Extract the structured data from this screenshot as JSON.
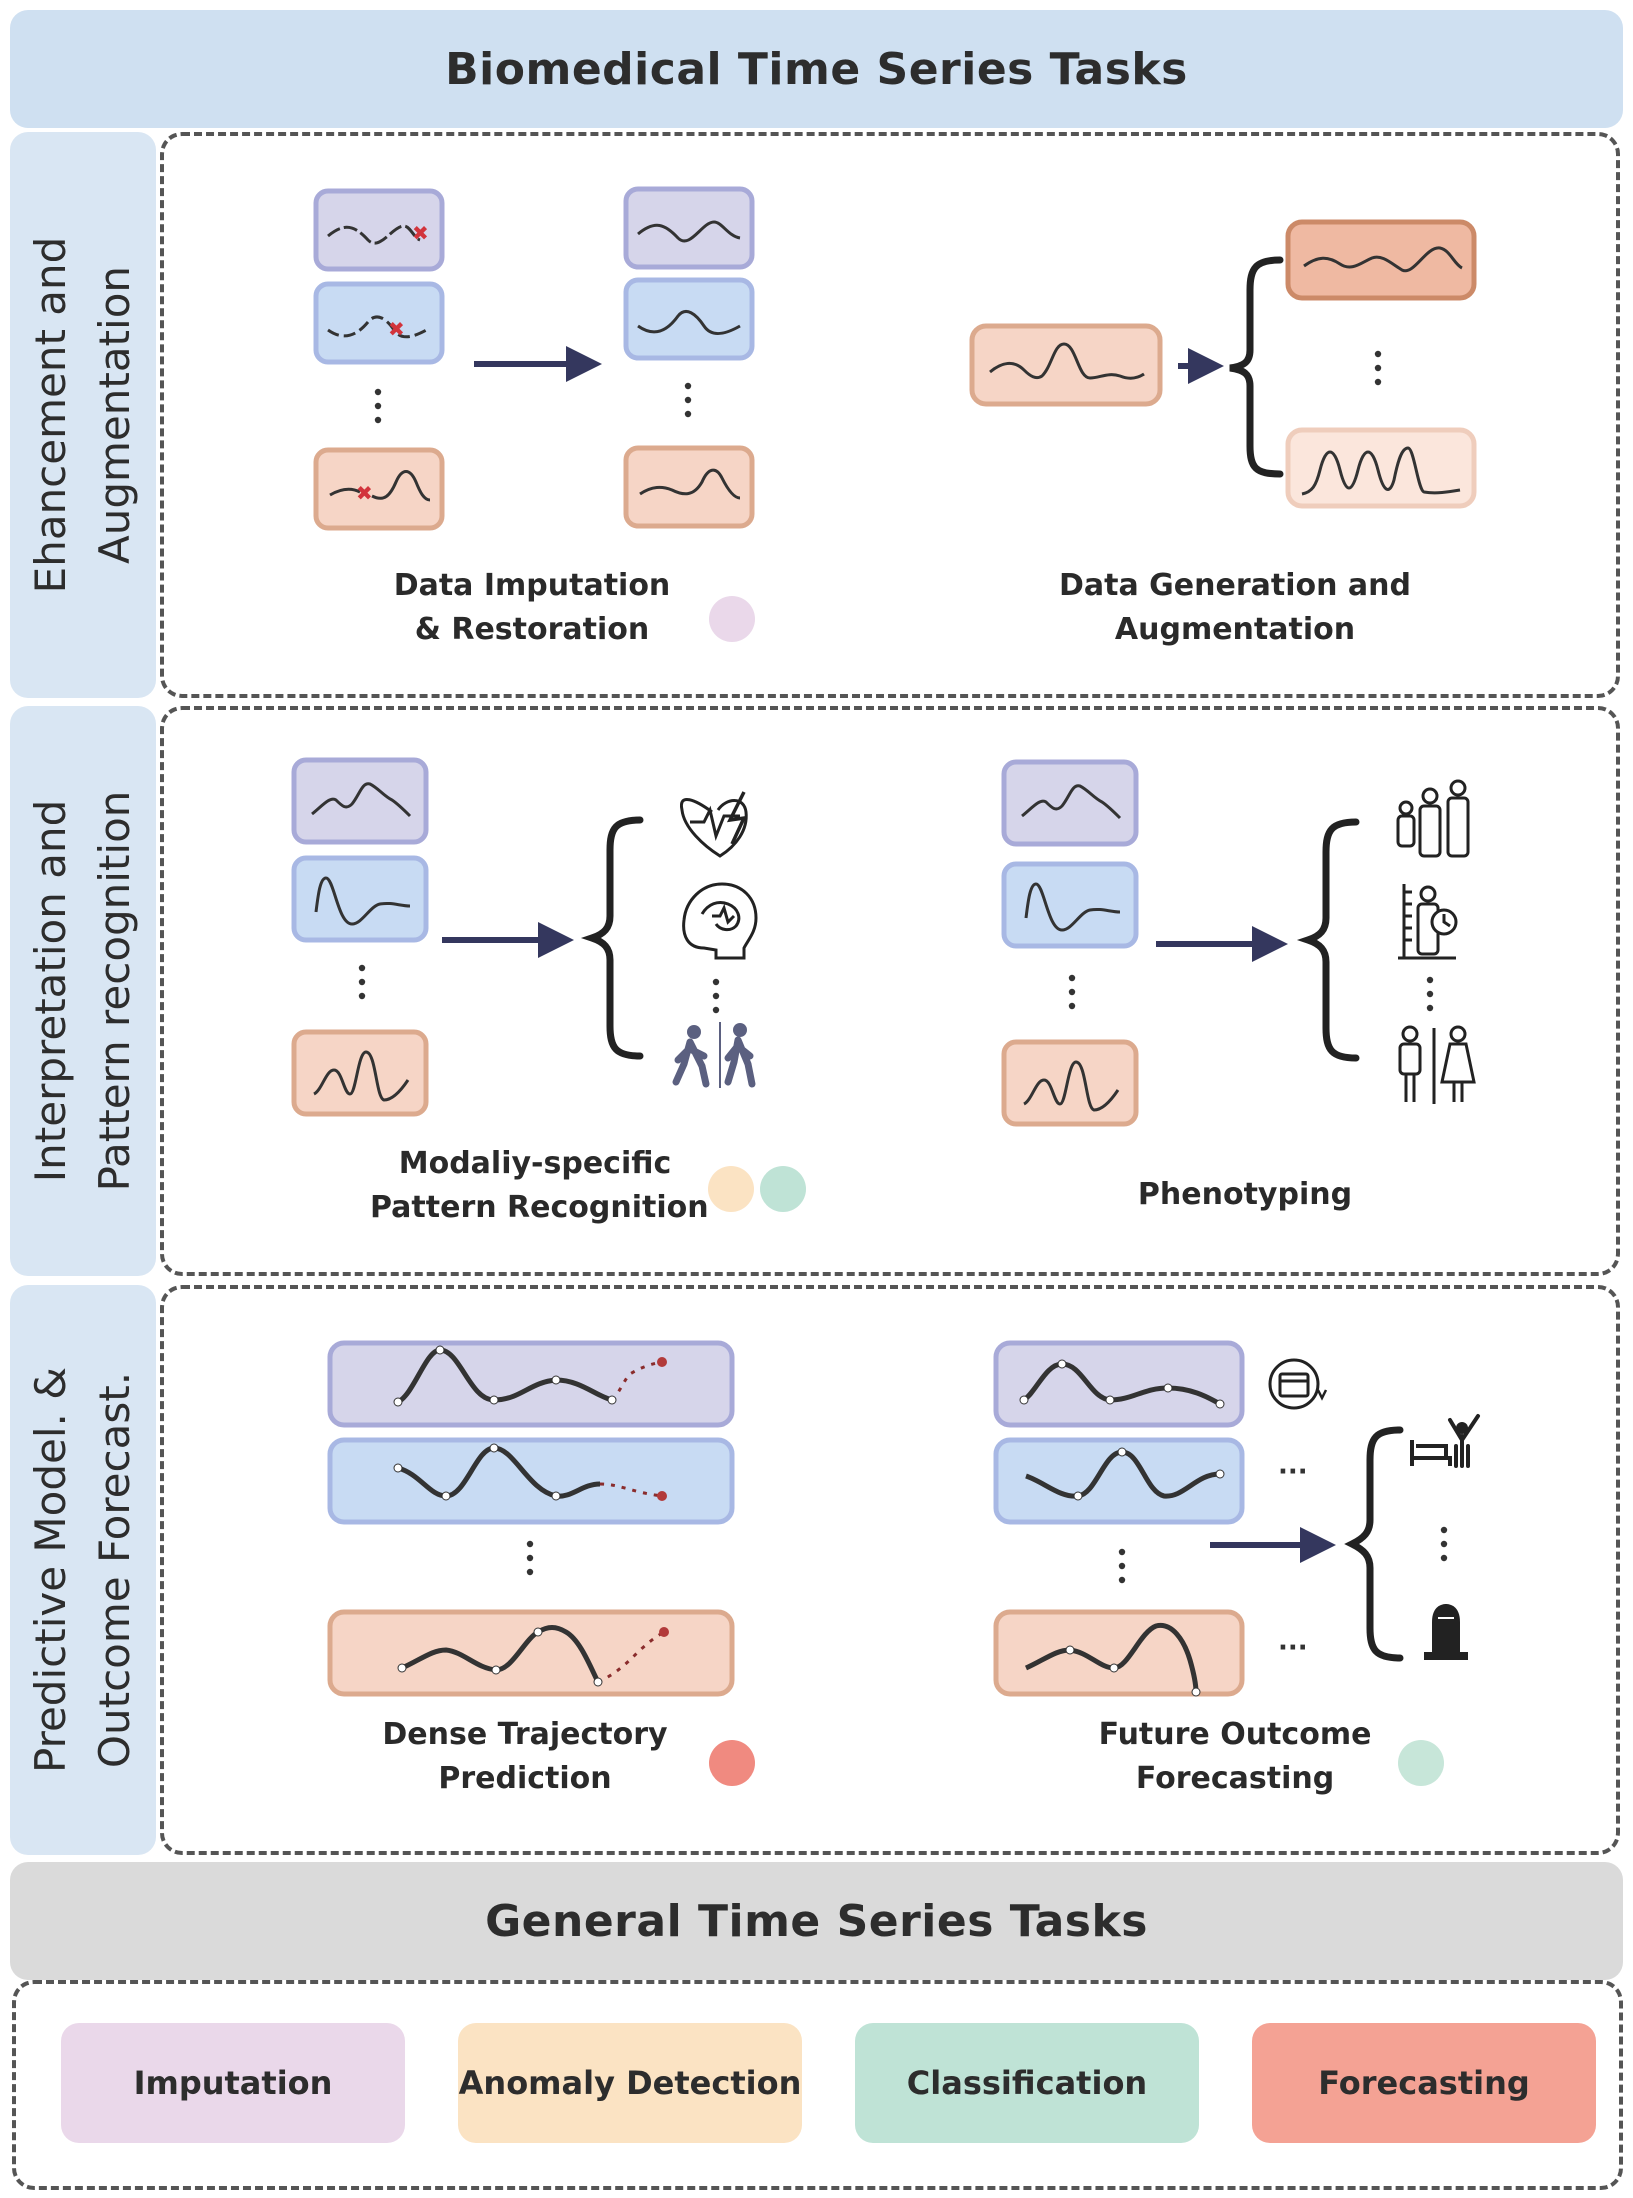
{
  "header": {
    "title": "Biomedical Time Series Tasks"
  },
  "sections": [
    {
      "side_line1": "Ehancement and",
      "side_line2": "Augmentation"
    },
    {
      "side_line1": "Interpretation and",
      "side_line2": "Pattern recognition"
    },
    {
      "side_line1": "Predictive Model. &",
      "side_line2": "Outcome Forecast."
    }
  ],
  "captions": {
    "imputation_l1": "Data Imputation",
    "imputation_l2": "& Restoration",
    "generation_l1": "Data Generation and",
    "generation_l2": "Augmentation",
    "modality_l1": "Modaliy-specific",
    "modality_l2": "Pattern Recognition",
    "phenotyping": "Phenotyping",
    "dense_l1": "Dense Trajectory",
    "dense_l2": "Prediction",
    "future_l1": "Future Outcome",
    "future_l2": "Forecasting"
  },
  "general": {
    "title": "General Time Series Tasks",
    "tasks": [
      "Imputation",
      "Anomaly Detection",
      "Classification",
      "Forecasting"
    ]
  },
  "colors": {
    "imputation": "#ead8ea",
    "anomaly": "#fbe3c3",
    "classification": "#bfe3d6",
    "forecasting": "#f4a294",
    "purple_box": "#d6d5ea",
    "blue_box": "#c8dbf3",
    "orange_box": "#f6d5c6",
    "arrow": "#34375e"
  },
  "icons": [
    "heart-ecg-icon",
    "brain-icon",
    "walking-gait-icon",
    "family-icon",
    "height-age-icon",
    "male-female-icon",
    "calendar-icon",
    "hospital-bed-recovery-icon",
    "tombstone-icon"
  ]
}
